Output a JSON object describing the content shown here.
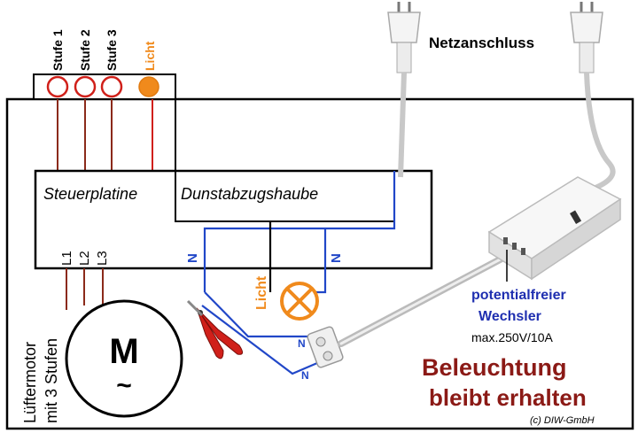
{
  "switch_panel": {
    "labels": [
      "Stufe 1",
      "Stufe 2",
      "Stufe 3",
      "Licht"
    ]
  },
  "mains": {
    "label": "Netzanschluss"
  },
  "board": {
    "controller_label": "Steuerplatine",
    "hood_label": "Dunstabzugshaube",
    "outputs": [
      "L1",
      "L2",
      "L3"
    ],
    "neutral_left": "N",
    "neutral_right": "N"
  },
  "lamp": {
    "label": "Licht"
  },
  "motor": {
    "symbol": "M",
    "tilde": "~",
    "label_line1": "Lüftermotor",
    "label_line2": "mit 3 Stufen"
  },
  "terminal": {
    "n_upper": "N",
    "n_lower": "N"
  },
  "relay": {
    "line1": "potentialfreier",
    "line2": "Wechsler",
    "rating": "max.250V/10A"
  },
  "headline": {
    "line1": "Beleuchtung",
    "line2": "bleibt erhalten"
  },
  "copyright": "(c) DIW-GmbH",
  "colors": {
    "brown_wire": "#8b2a1a",
    "blue_wire": "#2147c8",
    "orange": "#f08a1c",
    "switch_red": "#d0201a",
    "headline_red": "#8b1a16",
    "relay_blue": "#1f2fb0"
  }
}
